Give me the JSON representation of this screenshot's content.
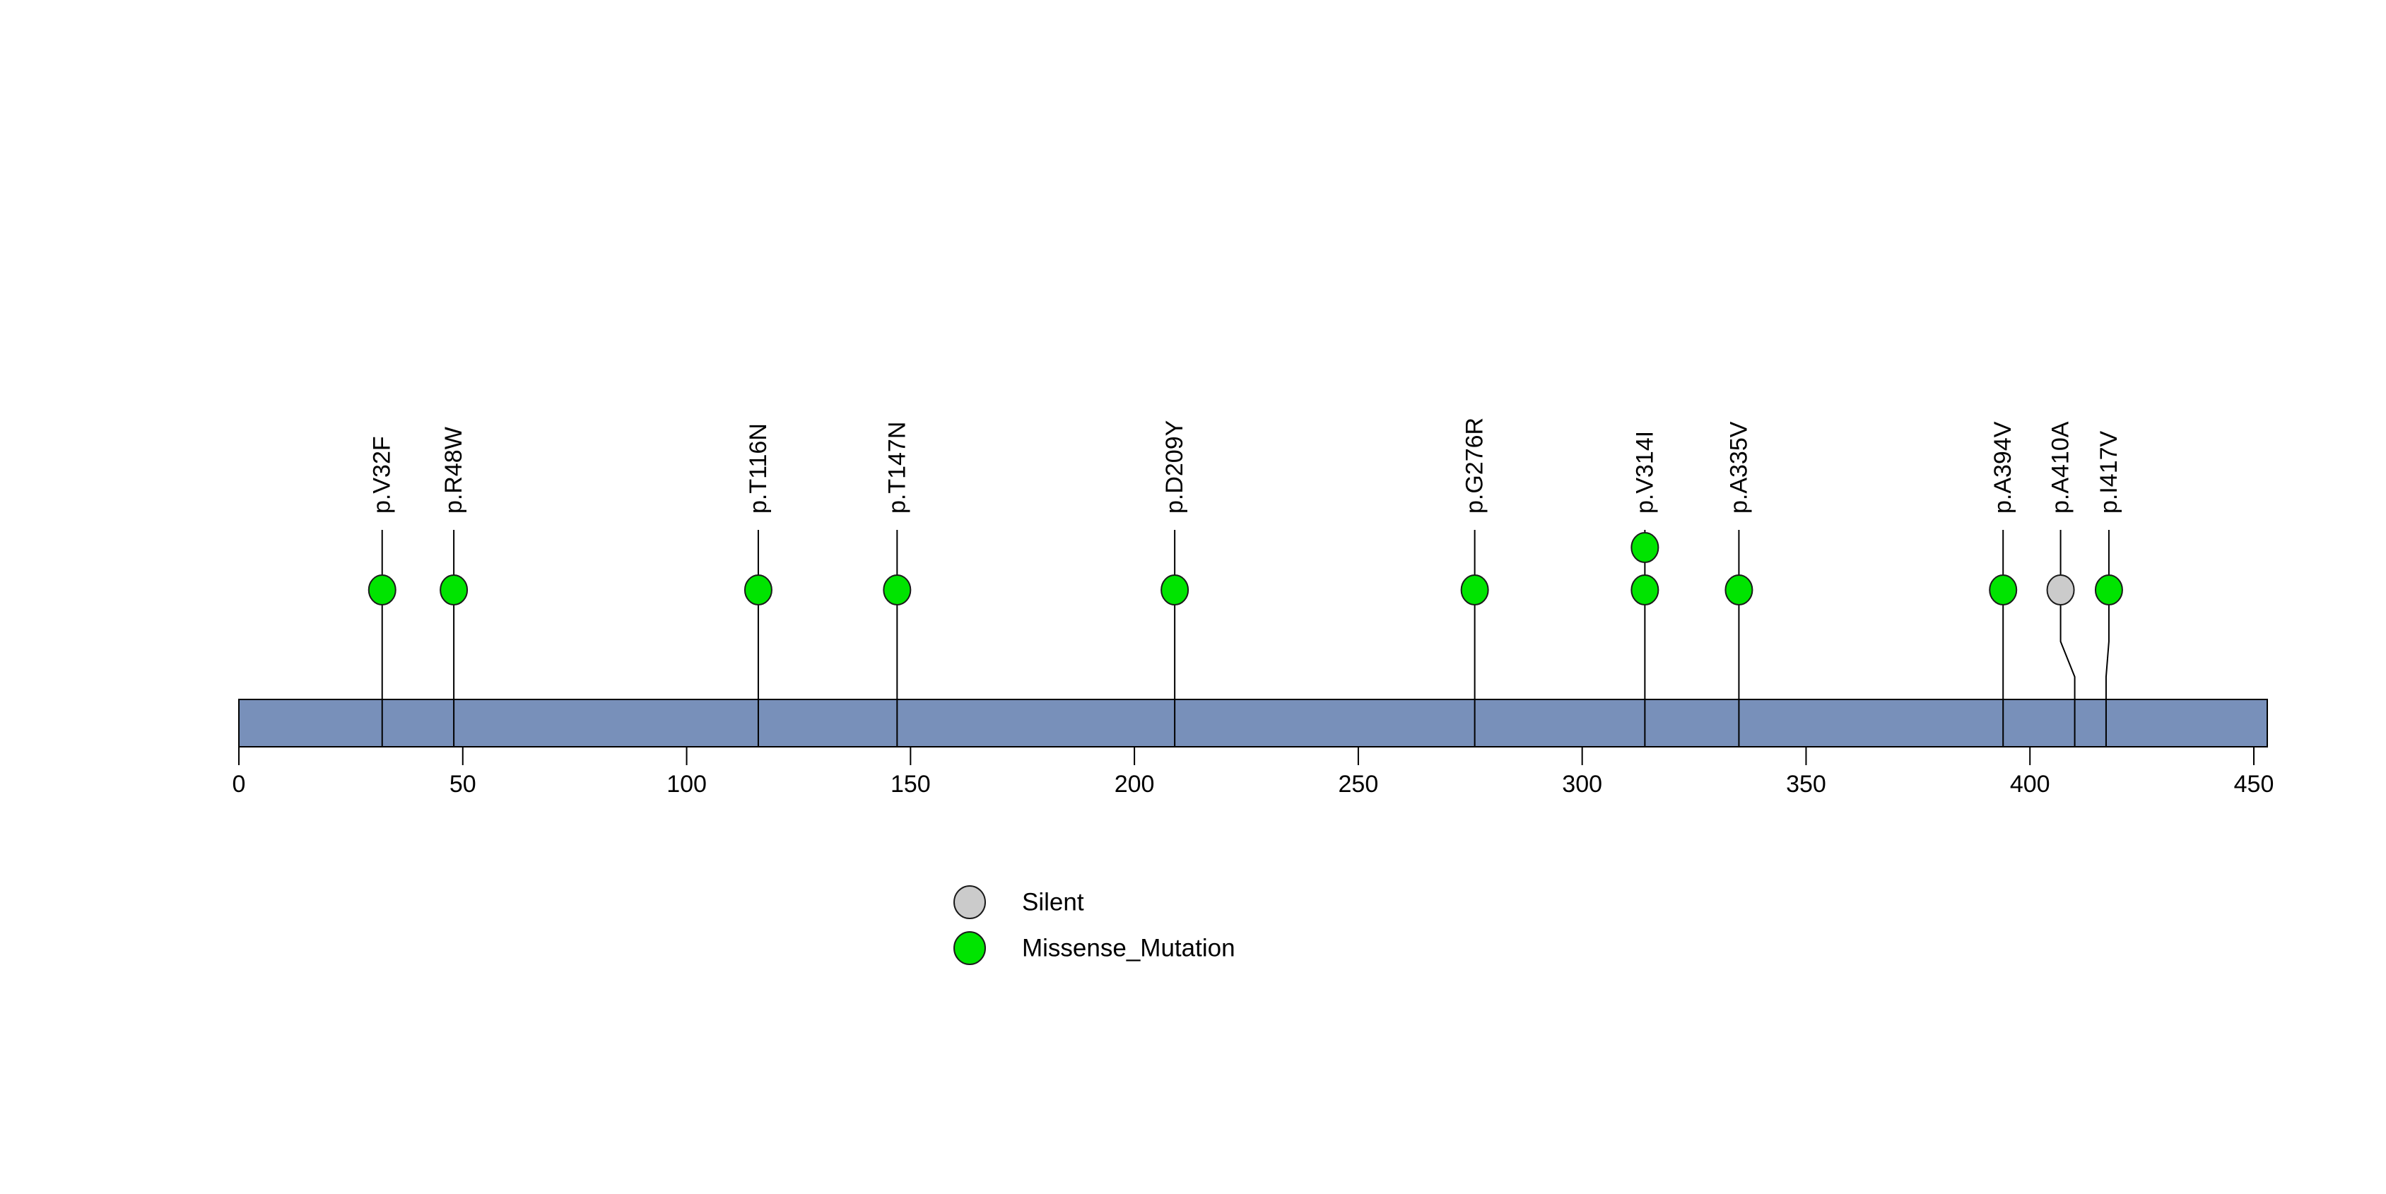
{
  "chart_data": {
    "type": "lollipop",
    "title": "",
    "xlabel": "",
    "ylabel": "",
    "protein": {
      "aa_start": 0,
      "aa_end": 453
    },
    "axis": {
      "tick_labels": [
        "0",
        "50",
        "100",
        "150",
        "200",
        "250",
        "300",
        "350",
        "400",
        "450"
      ],
      "ticks": [
        0,
        50,
        100,
        150,
        200,
        250,
        300,
        350,
        400,
        450
      ],
      "grid": false
    },
    "mutations": [
      {
        "label": "p.V32F",
        "pos": 32,
        "count": 1,
        "class": "Missense_Mutation",
        "circle_dx": 0
      },
      {
        "label": "p.R48W",
        "pos": 48,
        "count": 1,
        "class": "Missense_Mutation",
        "circle_dx": 0
      },
      {
        "label": "p.T116N",
        "pos": 116,
        "count": 1,
        "class": "Missense_Mutation",
        "circle_dx": 0
      },
      {
        "label": "p.T147N",
        "pos": 147,
        "count": 1,
        "class": "Missense_Mutation",
        "circle_dx": 0
      },
      {
        "label": "p.D209Y",
        "pos": 209,
        "count": 1,
        "class": "Missense_Mutation",
        "circle_dx": 0
      },
      {
        "label": "p.G276R",
        "pos": 276,
        "count": 1,
        "class": "Missense_Mutation",
        "circle_dx": 0
      },
      {
        "label": "p.V314I",
        "pos": 314,
        "count": 2,
        "class": "Missense_Mutation",
        "circle_dx": 0
      },
      {
        "label": "p.A335V",
        "pos": 335,
        "count": 1,
        "class": "Missense_Mutation",
        "circle_dx": 0
      },
      {
        "label": "p.A394V",
        "pos": 394,
        "count": 1,
        "class": "Missense_Mutation",
        "circle_dx": 0
      },
      {
        "label": "p.A410A",
        "pos": 410,
        "count": 1,
        "class": "Silent",
        "circle_dx": -20
      },
      {
        "label": "p.I417V",
        "pos": 417,
        "count": 1,
        "class": "Missense_Mutation",
        "circle_dx": 4
      }
    ],
    "legend": [
      {
        "label": "Silent",
        "color_key": "Silent"
      },
      {
        "label": "Missense_Mutation",
        "color_key": "Missense_Mutation"
      }
    ],
    "colors": {
      "Missense_Mutation": "#00E400",
      "Silent": "#CBCBCB",
      "backbone": "#7890BA",
      "stroke": "#000000"
    }
  }
}
